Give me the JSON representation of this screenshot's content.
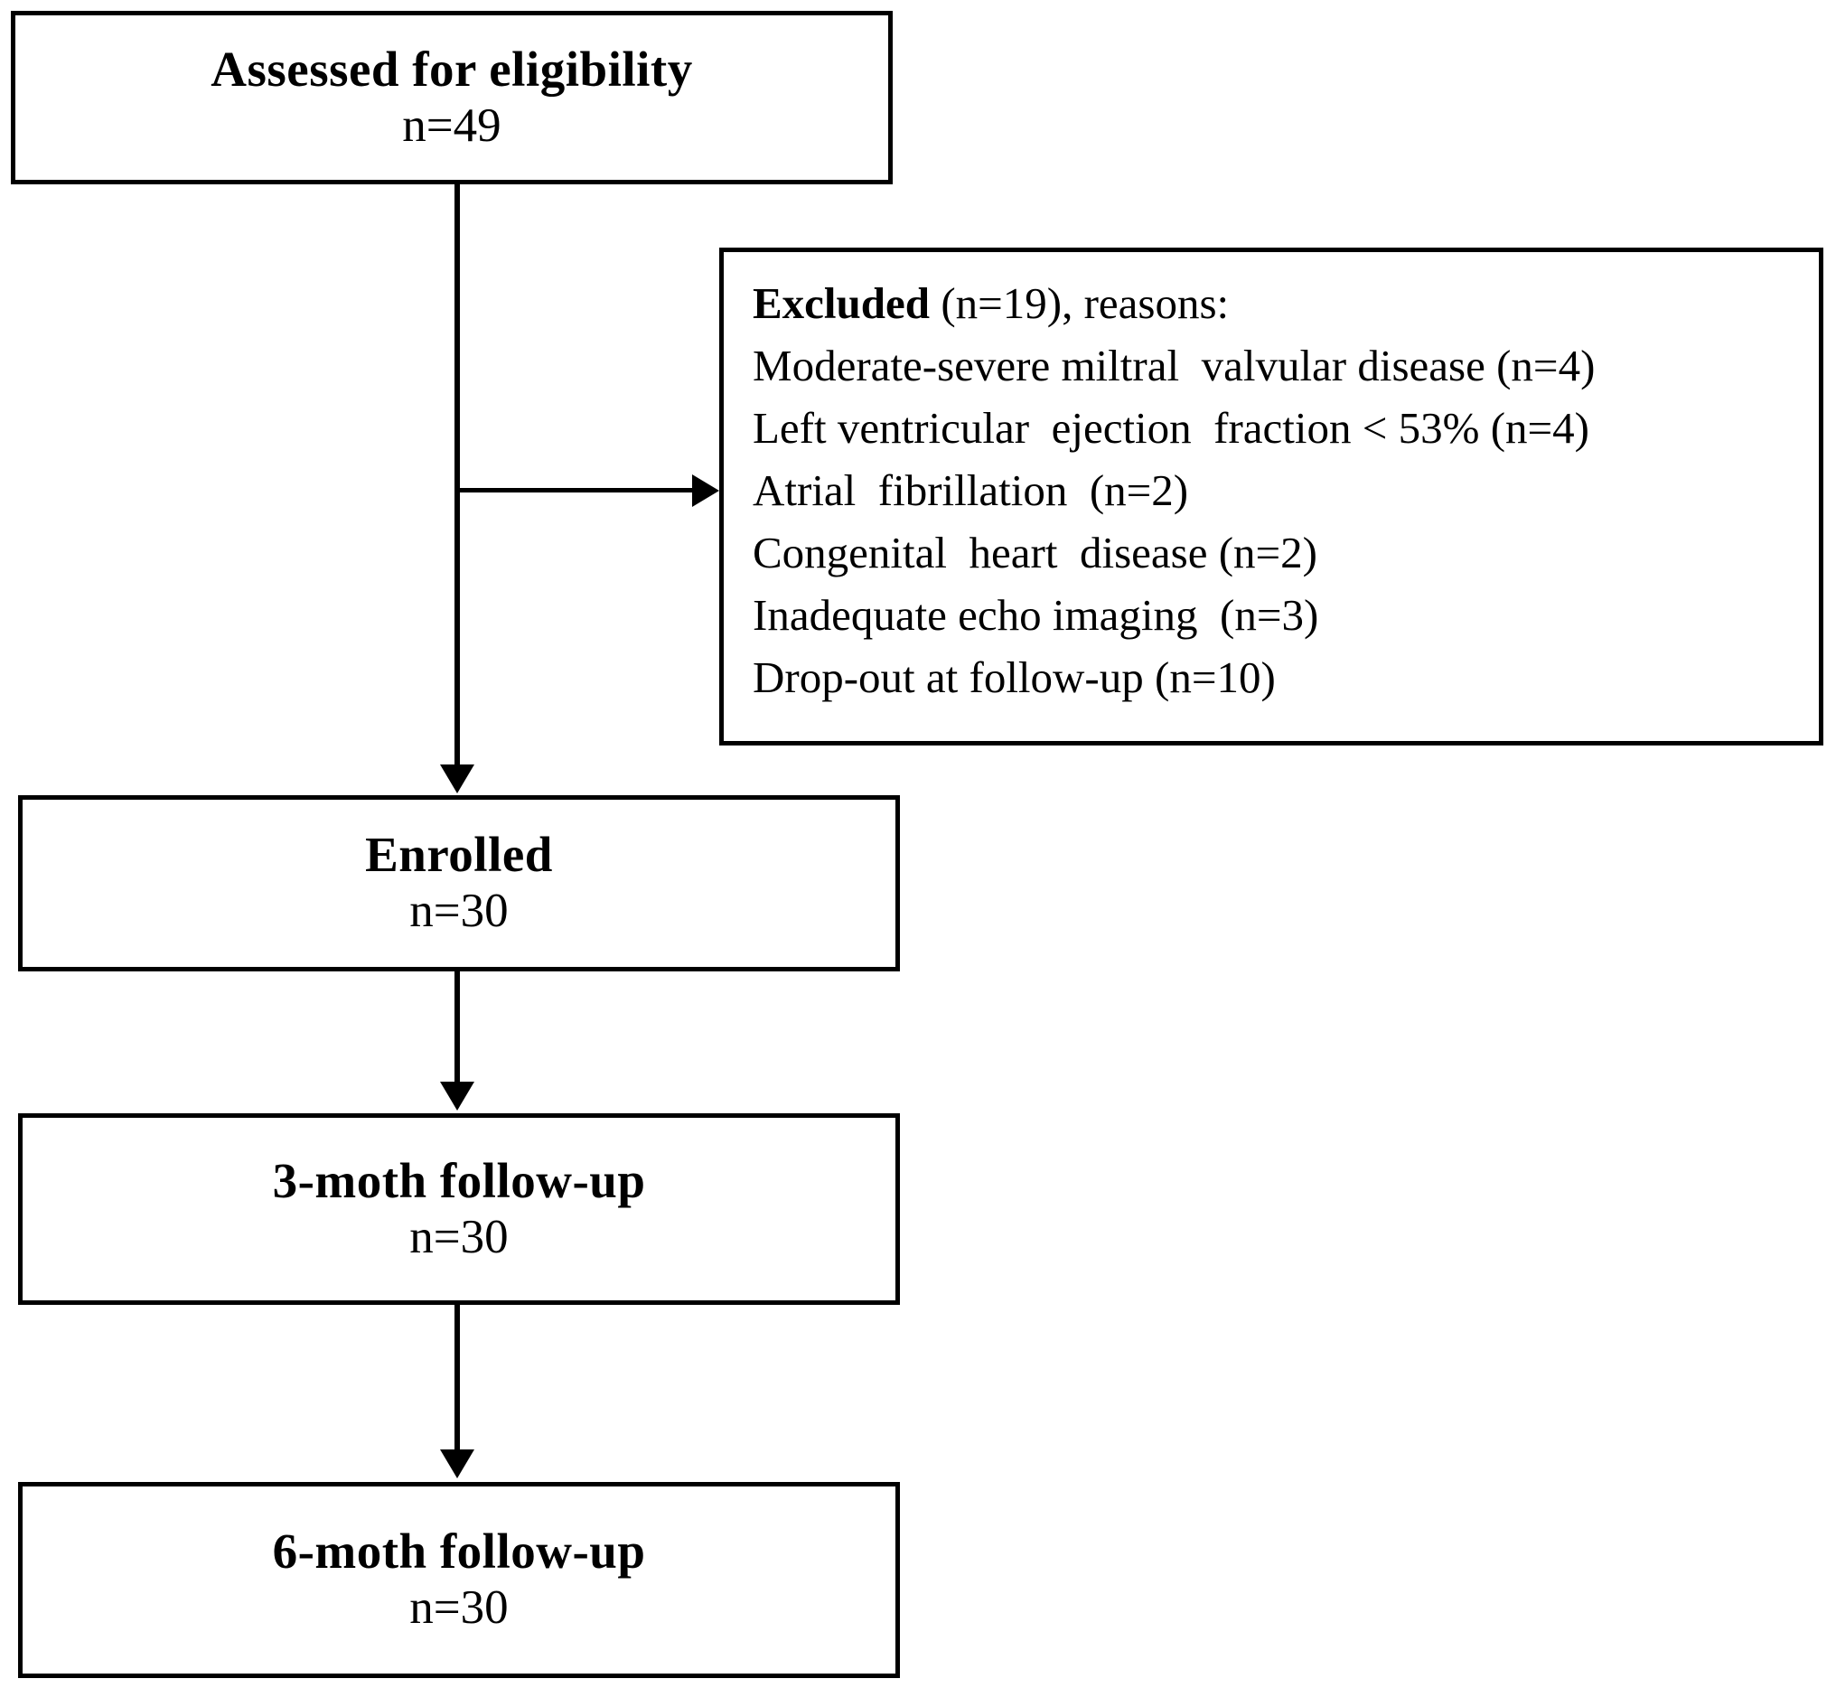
{
  "diagram": {
    "title": "CONSORT participant flow diagram",
    "type": "flowchart",
    "colors": {
      "background": "#ffffff",
      "stroke": "#000000",
      "text": "#000000"
    }
  },
  "nodes": {
    "assessed": {
      "title": "Assessed for eligibility",
      "count": "n=49"
    },
    "enrolled": {
      "title": "Enrolled",
      "count": "n=30"
    },
    "followup3": {
      "title": "3-moth follow-up",
      "count": "n=30"
    },
    "followup6": {
      "title": "6-moth follow-up",
      "count": "n=30"
    }
  },
  "excluded": {
    "heading_bold": "Excluded",
    "heading_rest": " (n=19), reasons:",
    "reasons": [
      "Moderate-severe miltral  valvular disease (n=4)",
      "Left ventricular  ejection  fraction < 53% (n=4)",
      "Atrial  fibrillation  (n=2)",
      "Congenital  heart  disease (n=2)",
      "Inadequate echo imaging  (n=3)",
      "Drop-out at follow-up (n=10)"
    ]
  },
  "connectors": {
    "assessed_to_enrolled": "arrow-down",
    "assessed_to_excluded": "arrow-right",
    "enrolled_to_followup3": "arrow-down",
    "followup3_to_followup6": "arrow-down"
  }
}
